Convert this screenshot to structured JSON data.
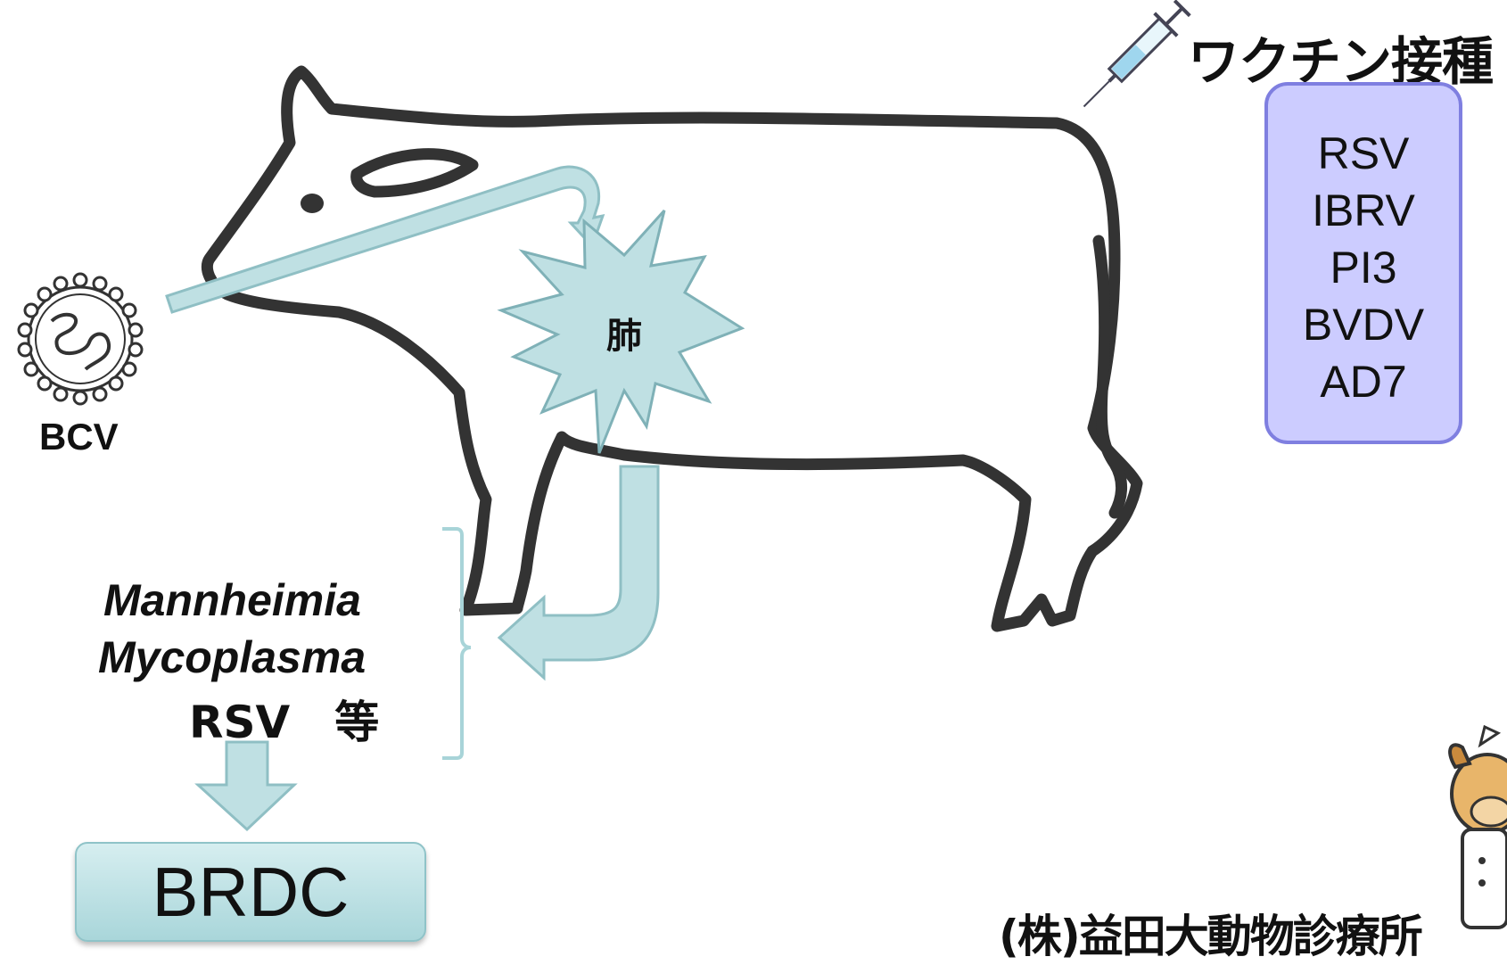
{
  "vaccination": {
    "title": "ワクチン接種",
    "vaccines": [
      "RSV",
      "IBRV",
      "PI3",
      "BVDV",
      "AD7"
    ]
  },
  "virus": {
    "label": "BCV"
  },
  "organ": {
    "label": "肺"
  },
  "pathogens": [
    "Mannheimia",
    "Mycoplasma",
    "RSV　等"
  ],
  "outcome": {
    "label": "BRDC"
  },
  "clinic": {
    "name": "(株)益田大動物診療所"
  },
  "colors": {
    "arrow_fill": "#bfe0e3",
    "arrow_stroke": "#8fbfc4",
    "vaccine_box_fill": "#ccccff",
    "vaccine_box_border": "#7f7fe0",
    "outline": "#333333"
  },
  "icons": [
    "syringe-icon",
    "virus-icon",
    "cow-outline",
    "starburst-icon",
    "mascot-icon"
  ]
}
